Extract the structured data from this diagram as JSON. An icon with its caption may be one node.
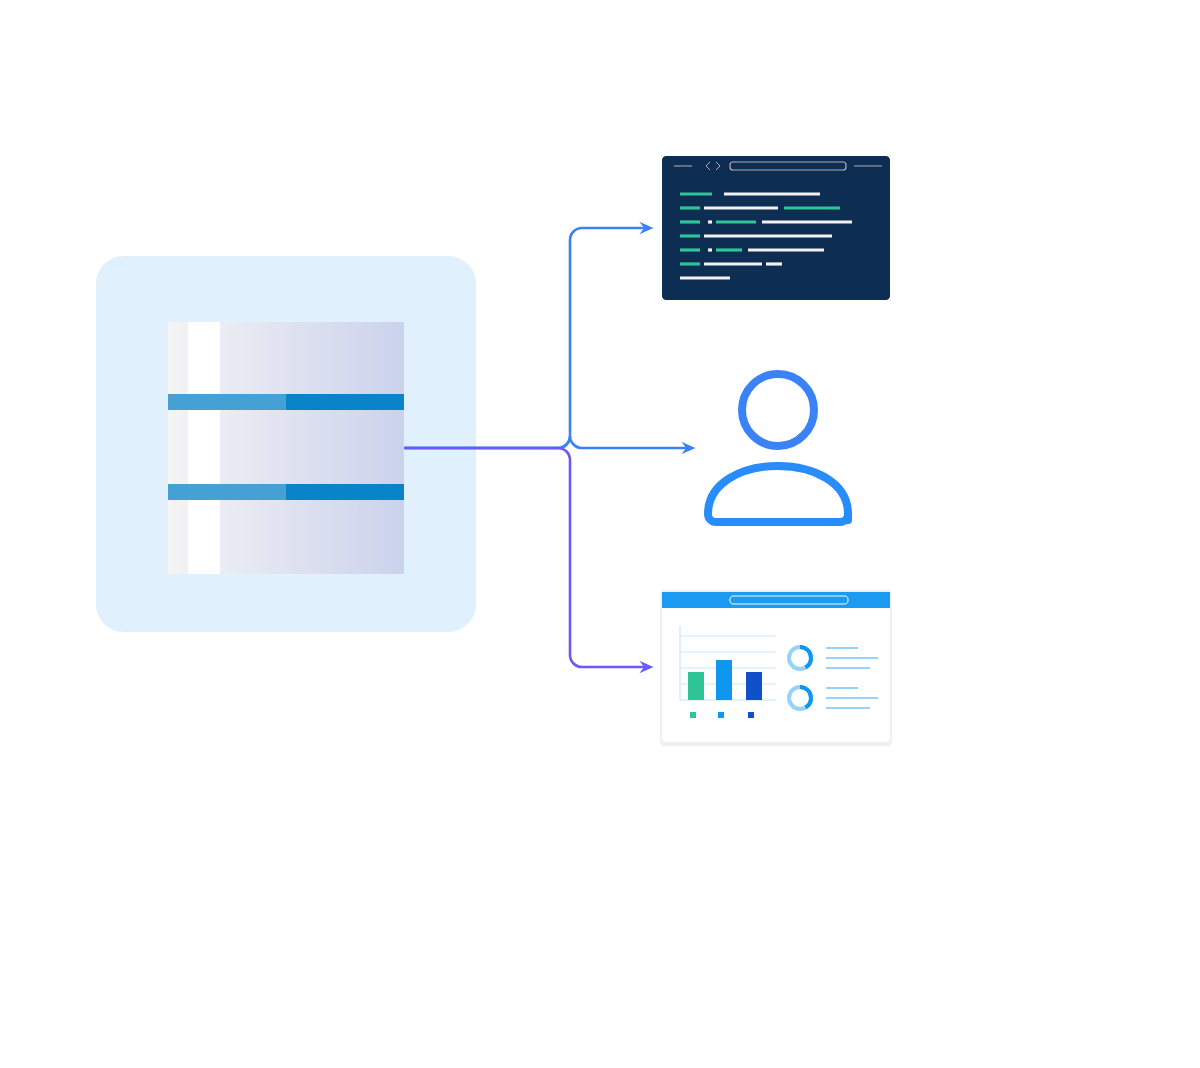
{
  "diagram": {
    "nodes": [
      {
        "text": [],
        "shape": "box"
      },
      {
        "text": [],
        "shape": "picture",
        "in": 0
      },
      {
        "text": [],
        "shape": "picture"
      },
      {
        "text": [],
        "shape": "person"
      },
      {
        "text": [],
        "shape": "picture"
      }
    ],
    "edges": [
      {
        "from": 1,
        "to": 2,
        "arrow": "to"
      },
      {
        "from": 1,
        "to": 3,
        "arrow": "to"
      },
      {
        "from": 1,
        "to": 4,
        "arrow": "to",
        "color": "#6a5af9"
      }
    ]
  }
}
